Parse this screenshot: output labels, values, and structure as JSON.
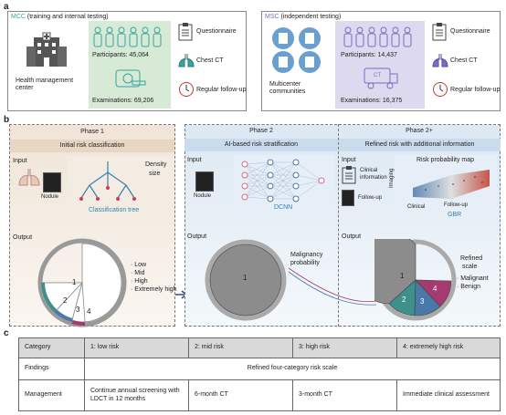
{
  "panel_a": {
    "letter": "a",
    "mcc": {
      "title_abbr": "MCC",
      "title_rest": " (training and internal testing)",
      "center_label": "Health management center",
      "participants": "Participants: 45,064",
      "examinations": "Examinations: 69,206",
      "items": [
        "Questionnaire",
        "Chest CT",
        "Regular follow-up"
      ]
    },
    "msc": {
      "title_abbr": "MSC",
      "title_rest": " (independent testing)",
      "center_label": "Multicenter communities",
      "participants": "Participants: 14,437",
      "examinations": "Examinations: 16,375",
      "ct_tag": "CT",
      "items": [
        "Questionnaire",
        "Chest CT",
        "Regular follow-up"
      ]
    }
  },
  "panel_b": {
    "letter": "b",
    "phase1": {
      "header": "Phase 1",
      "sub": "Initial risk classification",
      "input": "Input",
      "nodule": "Nodule",
      "density": "Density",
      "size": "size",
      "tree": "Classification tree",
      "output": "Output",
      "levels": [
        "· Low",
        "· Mid",
        "· High",
        "· Extremely high"
      ]
    },
    "phase2": {
      "header": "Phase 2",
      "sub": "AI-based risk stratification",
      "input": "Input",
      "nodule": "Nodule",
      "model": "DCNN",
      "output": "Output",
      "result_line1": "Malignancy",
      "result_line2": "probability"
    },
    "phase2plus": {
      "header": "Phase 2+",
      "sub": "Refined risk with additional information",
      "input": "Input",
      "clinical_line1": "Clinical",
      "clinical_line2": "information",
      "followup": "Follow-up",
      "map_title": "Risk probability map",
      "axis_imaging": "Imaging",
      "axis_clinical": "Clinical",
      "axis_followup": "Follow-up",
      "model": "GBR",
      "output": "Output",
      "refined_line1": "Refined",
      "refined_line2": "scale",
      "malignant": "· Malignant",
      "benign": "· Benign"
    },
    "pie_labels": [
      "1",
      "2",
      "3",
      "4"
    ]
  },
  "panel_c": {
    "letter": "c",
    "headers": [
      "Category",
      "1: low risk",
      "2: mid risk",
      "3: high risk",
      "4: extremely high risk"
    ],
    "findings_label": "Findings",
    "findings_value": "Refined four-category risk scale",
    "management_label": "Management",
    "management": [
      "Continue annual screening with LDCT in 12 months",
      "6-month CT",
      "3-month CT",
      "Immediate clinical assessment"
    ]
  },
  "colors": {
    "mcc_accent": "#3aa3a0",
    "msc_accent": "#7a6cc2",
    "phase1_bg": "#efe4d6",
    "phase2_bg": "#dce8f3",
    "participants_green": "#d6ead5",
    "participants_purple": "#ddd9ee",
    "table_header": "#d9d9d9",
    "pie_grey": "#8c8c8c",
    "pie_teal": "#3f8f8a",
    "pie_blue": "#4a78a8",
    "pie_magenta": "#a53a6e"
  }
}
